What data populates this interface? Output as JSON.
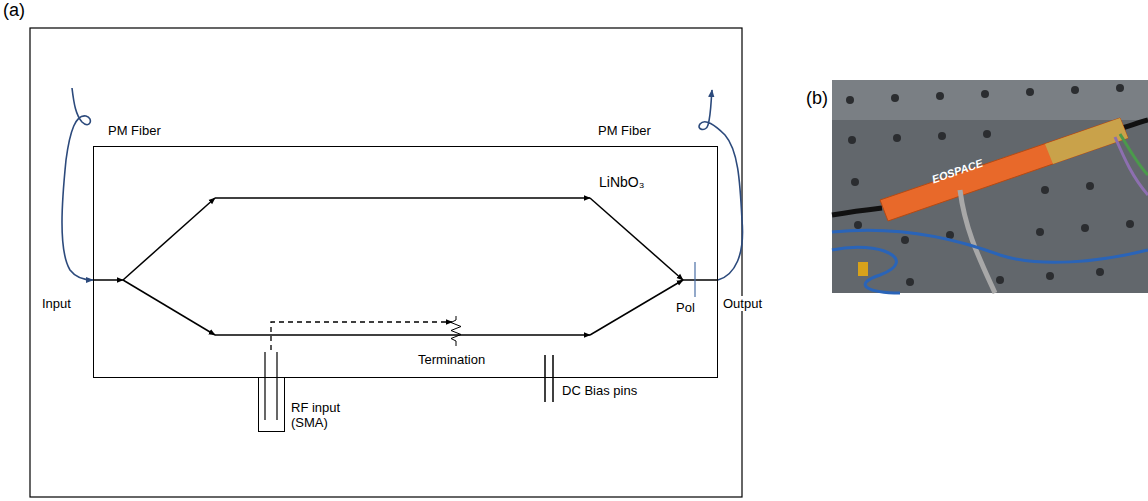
{
  "diagram": {
    "nodes": [
      {
        "text": [
          "LiNbO₃"
        ]
      },
      {
        "text": [
          "RF input (SMA)"
        ]
      }
    ],
    "labels": [
      "(a)",
      "PM Fiber",
      "PM Fiber",
      "Input",
      "Output",
      "Pol",
      "Termination",
      "DC Bias pins",
      "(b)",
      "EOSPACE"
    ]
  }
}
